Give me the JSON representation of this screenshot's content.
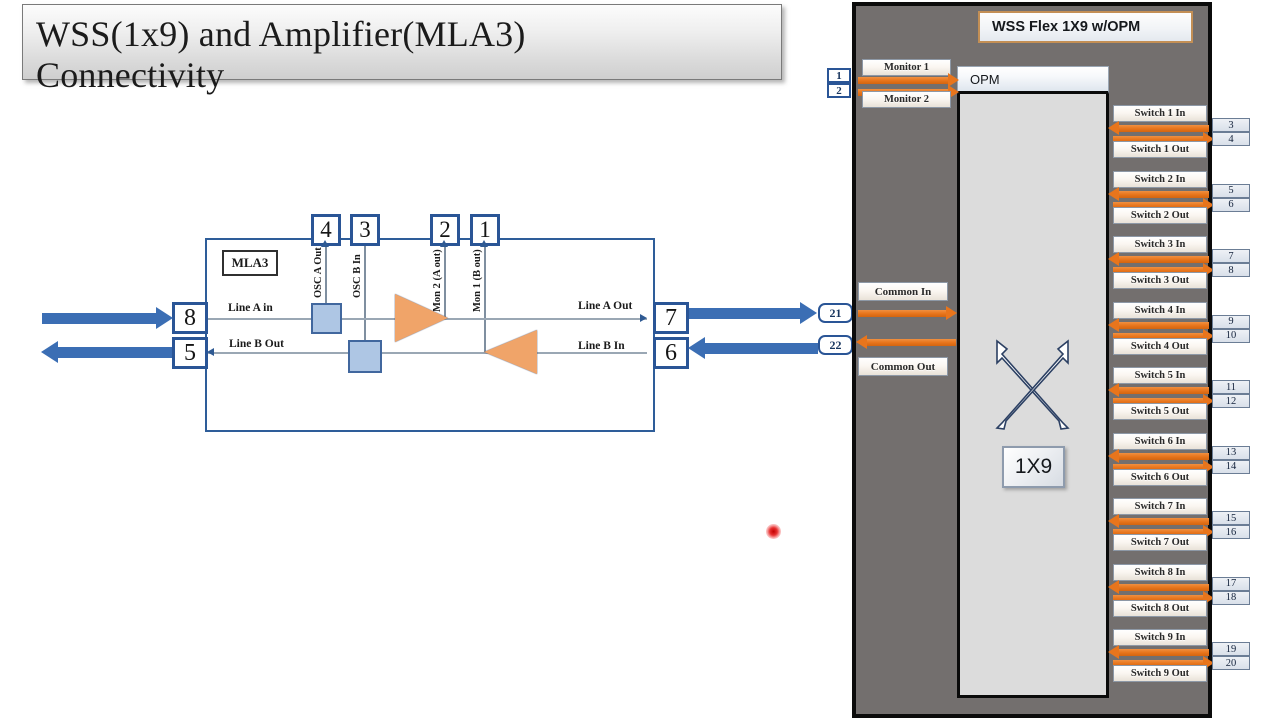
{
  "title": {
    "line1": "WSS(1x9) and Amplifier(MLA3)",
    "line2": "Connectivity"
  },
  "mla3": {
    "label": "MLA3",
    "top_ports": [
      "4",
      "3",
      "2",
      "1"
    ],
    "top_port_labels": [
      "OSC A Out",
      "OSC B In",
      "Mon 2 (A out)",
      "Mon 1 (B out)"
    ],
    "left_ports": [
      "8",
      "5"
    ],
    "right_ports": [
      "7",
      "6"
    ],
    "line_labels": {
      "a_in": "Line A in",
      "b_out": "Line B Out",
      "a_out": "Line A Out",
      "b_in": "Line B In"
    }
  },
  "link_ports": {
    "common_in": "21",
    "common_out": "22"
  },
  "wss": {
    "title": "WSS Flex 1X9 w/OPM",
    "opm_label": "OPM",
    "switch_core_label": "1X9",
    "monitor_ports": [
      "1",
      "2"
    ],
    "monitors": [
      "Monitor 1",
      "Monitor 2"
    ],
    "common": {
      "in": "Common In",
      "out": "Common Out"
    },
    "switches": [
      {
        "in": "Switch 1 In",
        "out": "Switch 1 Out",
        "tag_in": "3",
        "tag_out": "4"
      },
      {
        "in": "Switch 2 In",
        "out": "Switch 2 Out",
        "tag_in": "5",
        "tag_out": "6"
      },
      {
        "in": "Switch 3 In",
        "out": "Switch 3 Out",
        "tag_in": "7",
        "tag_out": "8"
      },
      {
        "in": "Switch 4 In",
        "out": "Switch 4 Out",
        "tag_in": "9",
        "tag_out": "10"
      },
      {
        "in": "Switch 5 In",
        "out": "Switch 5 Out",
        "tag_in": "11",
        "tag_out": "12"
      },
      {
        "in": "Switch 6 In",
        "out": "Switch 6 Out",
        "tag_in": "13",
        "tag_out": "14"
      },
      {
        "in": "Switch 7 In",
        "out": "Switch 7 Out",
        "tag_in": "15",
        "tag_out": "16"
      },
      {
        "in": "Switch 8 In",
        "out": "Switch 8 Out",
        "tag_in": "17",
        "tag_out": "18"
      },
      {
        "in": "Switch 9 In",
        "out": "Switch 9 Out",
        "tag_in": "19",
        "tag_out": "20"
      }
    ]
  },
  "colors": {
    "panel_gray": "#736F6E",
    "orange": "#E8751C",
    "blue": "#3B6EB4",
    "port_border": "#2A5596",
    "amp_fill": "#F0A469",
    "osc_fill": "#AEC6E4",
    "laser": "#C20000"
  }
}
